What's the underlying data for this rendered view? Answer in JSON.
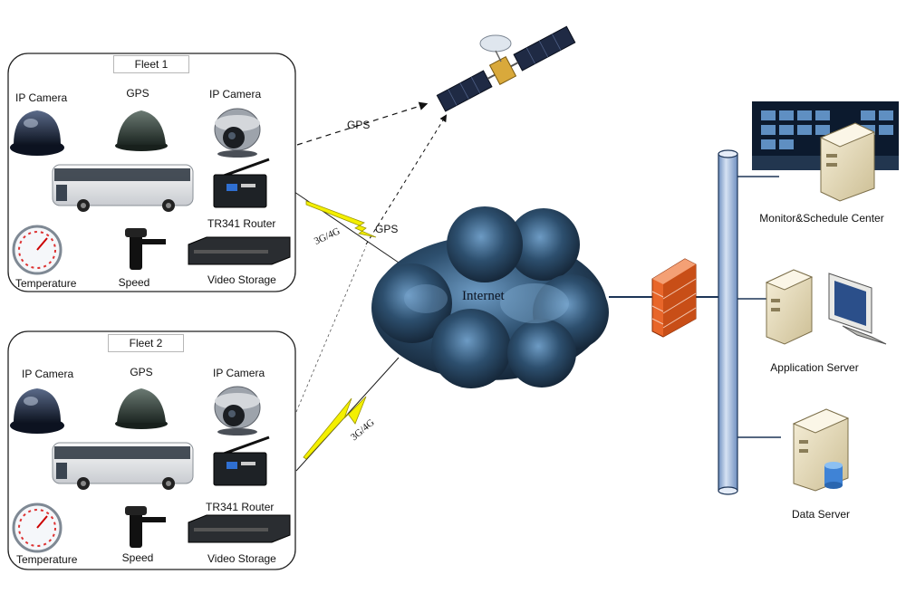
{
  "fleets": [
    {
      "title": "Fleet 1",
      "labels": {
        "ip_camera_left": "IP Camera",
        "gps": "GPS",
        "ip_camera_right": "IP Camera",
        "router": "TR341 Router",
        "temperature": "Temperature",
        "speed": "Speed",
        "video_storage": "Video Storage"
      }
    },
    {
      "title": "Fleet 2",
      "labels": {
        "ip_camera_left": "IP Camera",
        "gps": "GPS",
        "ip_camera_right": "IP Camera",
        "router": "TR341 Router",
        "temperature": "Temperature",
        "speed": "Speed",
        "video_storage": "Video Storage"
      }
    }
  ],
  "links": {
    "gps_upper": "GPS",
    "gps_lower": "GPS",
    "cellular_1": "3G/4G",
    "cellular_2": "3G/4G"
  },
  "internet": "Internet",
  "servers": {
    "monitor": "Monitor&Schedule Center",
    "application": "Application Server",
    "data": "Data Server"
  },
  "colors": {
    "cloud": "#2d4f6e",
    "cloud_dark": "#0e1a28",
    "bus_pipe": "#9fb6d9",
    "firewall": "#e8662a",
    "lightning": "#f4f000"
  }
}
